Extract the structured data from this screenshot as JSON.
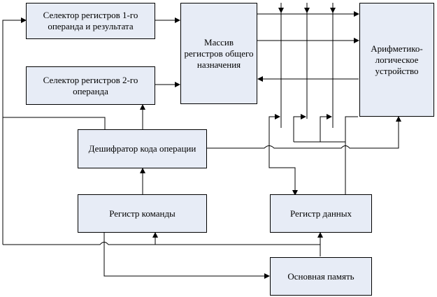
{
  "blocks": {
    "selector1": "Селектор регистров 1-го операнда и результата",
    "selector2": "Селектор регистров 2-го операнда",
    "register_array": "Массив регистров общего назначения",
    "alu": "Арифметико-логическое устройство",
    "decoder": "Дешифратор кода операции",
    "instruction_register": "Регистр команды",
    "data_register": "Регистр данных",
    "main_memory": "Основная память"
  },
  "colors": {
    "block_fill": "#e7ecf6",
    "line": "#000000"
  }
}
